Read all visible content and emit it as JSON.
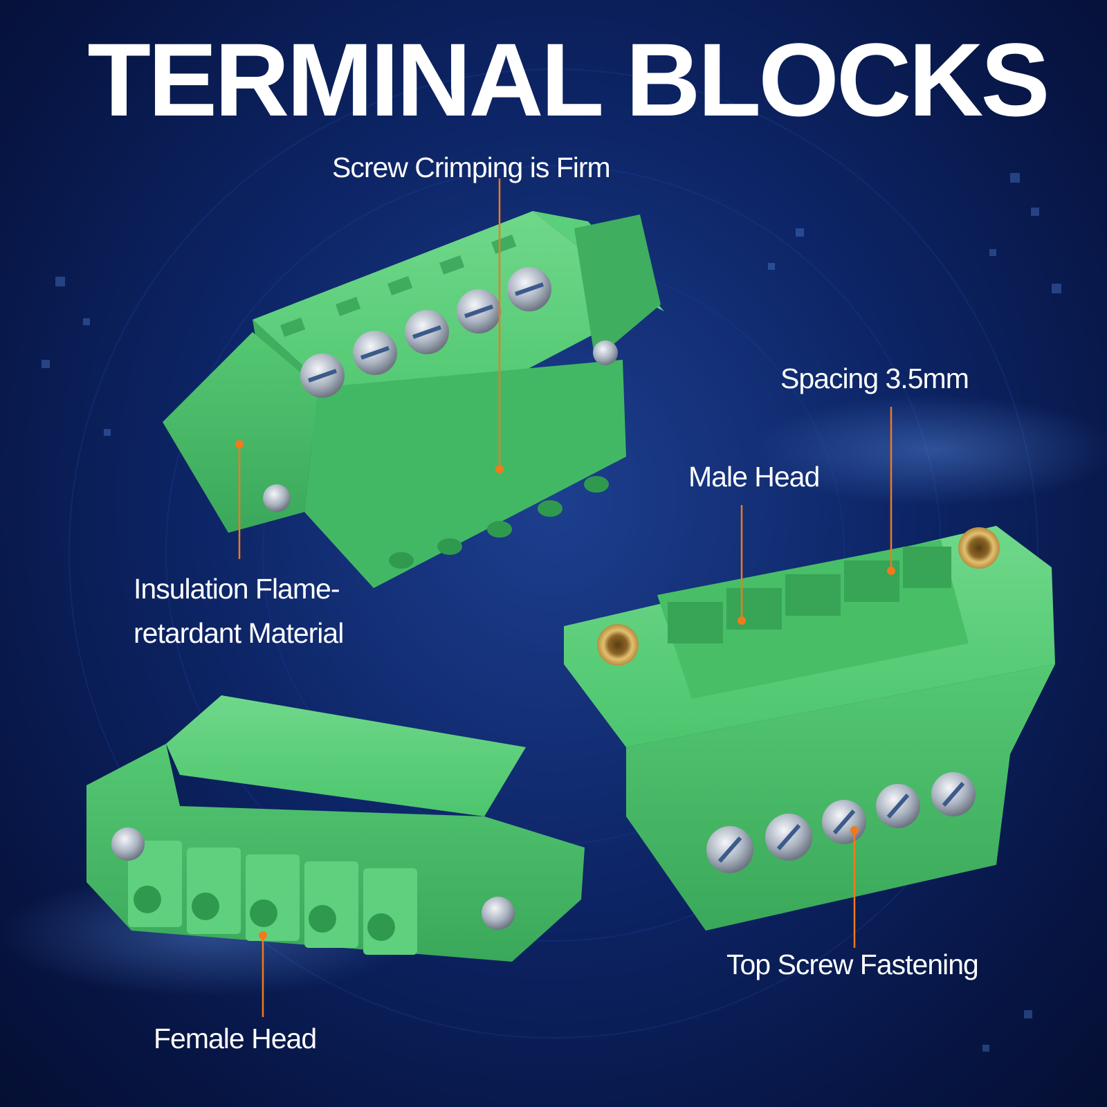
{
  "title": "TERMINAL BLOCKS",
  "callouts": {
    "screw_crimping": "Screw Crimping is Firm",
    "spacing": "Spacing 3.5mm",
    "male_head": "Male Head",
    "insulation_line1": "Insulation Flame-",
    "insulation_line2": "retardant Material",
    "top_screw": "Top Screw Fastening",
    "female_head": "Female Head"
  },
  "colors": {
    "background": "#0d2566",
    "connector_green": "#4cc56d",
    "leader_orange": "#f07a1c",
    "text": "#ffffff"
  }
}
